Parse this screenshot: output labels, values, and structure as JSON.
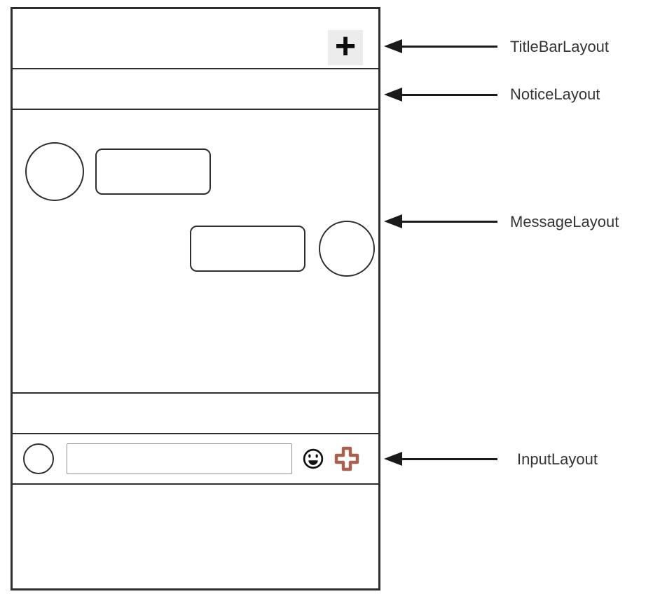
{
  "annotations": {
    "items": [
      {
        "id": "titlebar",
        "label": "TitleBarLayout"
      },
      {
        "id": "notice",
        "label": "NoticeLayout"
      },
      {
        "id": "message",
        "label": "MessageLayout"
      },
      {
        "id": "input",
        "label": "InputLayout"
      }
    ]
  },
  "wireframe": {
    "titlebar": {
      "add_button_glyph": "+"
    }
  },
  "colors": {
    "frame_border": "#2e2e2e",
    "arrow": "#1a1a1a",
    "label_text": "#333333",
    "add_button_bg": "#ececec",
    "smiley_icon": "#111111",
    "cross_icon": "#a9604f",
    "input_border": "#8f8f8f"
  }
}
